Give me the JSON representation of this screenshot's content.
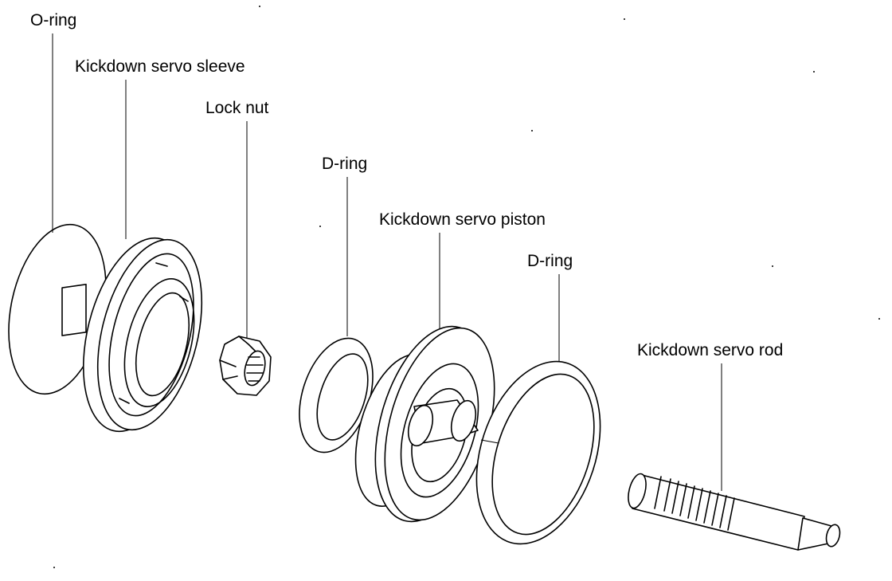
{
  "labels": {
    "oring": "O-ring",
    "sleeve": "Kickdown servo sleeve",
    "locknut": "Lock nut",
    "dring1": "D-ring",
    "piston": "Kickdown servo piston",
    "dring2": "D-ring",
    "rod": "Kickdown servo rod"
  }
}
